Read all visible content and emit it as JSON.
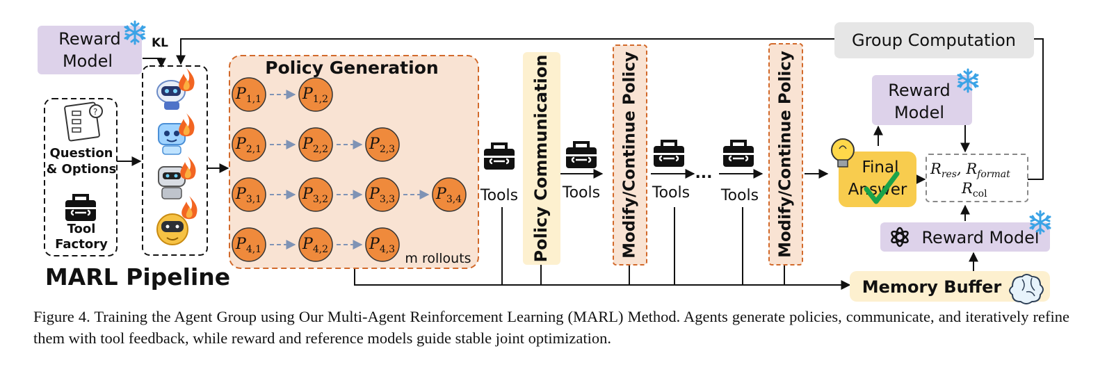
{
  "reward_model_top": {
    "line1": "Reward",
    "line2": "Model"
  },
  "kl_label": "KL",
  "question_options": {
    "line1": "Question",
    "line2": "& Options"
  },
  "tool_factory": {
    "line1": "Tool",
    "line2": "Factory"
  },
  "marl_pipeline": "MARL Pipeline",
  "policy_generation": {
    "title": "Policy Generation",
    "rollouts_label": "m rollouts",
    "rows": [
      [
        [
          "1",
          "1"
        ],
        [
          "1",
          "2"
        ]
      ],
      [
        [
          "2",
          "1"
        ],
        [
          "2",
          "2"
        ],
        [
          "2",
          "3"
        ]
      ],
      [
        [
          "3",
          "1"
        ],
        [
          "3",
          "2"
        ],
        [
          "3",
          "3"
        ],
        [
          "3",
          "4"
        ]
      ],
      [
        [
          "4",
          "1"
        ],
        [
          "4",
          "2"
        ],
        [
          "4",
          "3"
        ]
      ]
    ]
  },
  "tools_label": "Tools",
  "ellipsis": "...",
  "policy_communication": "Policy Communication",
  "modify_continue_policy": "Modify/Continue Policy",
  "group_computation": "Group Computation",
  "reward_model_right": {
    "line1": "Reward",
    "line2": "Model"
  },
  "final_answer": {
    "line1": "Final",
    "line2": "Answer"
  },
  "reward_terms": {
    "r_res": "res",
    "r_format": "format",
    "r_col": "col"
  },
  "reward_model_bottom": "Reward Model",
  "memory_buffer": "Memory Buffer",
  "caption": "Figure 4. Training the Agent Group using Our Multi-Agent Reinforcement Learning (MARL) Method. Agents generate policies, communicate, and iteratively refine them with tool feedback, while reward and reference models guide stable joint optimization.",
  "colors": {
    "lavender": "#ddd2ea",
    "peach": "#f9e3d3",
    "orange_node": "#ef8a3c",
    "orange_border": "#d2692a",
    "cream": "#fdf0cf",
    "gray_box": "#e6e6e6",
    "final_yellow": "#f8cc4e",
    "check_green": "#1aa34a",
    "snow_blue": "#3aa3e6"
  },
  "icons": [
    "snowflake-icon",
    "fire-icon",
    "robot-icon",
    "toolbox-icon",
    "question-sheet-icon",
    "lightbulb-icon",
    "checkmark-icon",
    "openai-logo-icon",
    "brain-icon"
  ]
}
